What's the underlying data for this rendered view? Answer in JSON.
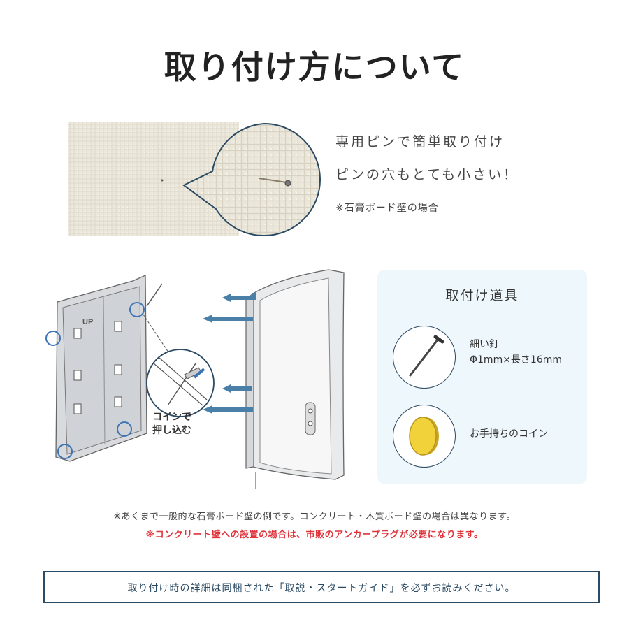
{
  "title": "取り付け方について",
  "features": {
    "line1": "専用ピンで簡単取り付け",
    "line2": "ピンの穴もとても小さい！",
    "note": "※石膏ボード壁の場合"
  },
  "diagram": {
    "coin_label_line1": "コインで",
    "coin_label_line2": "押し込む",
    "plate_marking": "UP"
  },
  "tools": {
    "title": "取付け道具",
    "nail_line1": "細い釘",
    "nail_line2": "Φ1mm×長さ16mm",
    "coin": "お手持ちのコイン"
  },
  "disclaimer": "※あくまで一般的な石膏ボード壁の例です。コンクリート・木質ボード壁の場合は異なります。",
  "warning": "※コンクリート壁への設置の場合は、市販のアンカープラグが必要になります。",
  "guide": "取り付け時の詳細は同梱された「取説・スタートガイド」を必ずお読みください。",
  "colors": {
    "accent": "#2b4a63",
    "warning": "#e0333a",
    "panel": "#eef7fc",
    "arrow": "#4a7fa8",
    "coin": "#f2d23a"
  }
}
